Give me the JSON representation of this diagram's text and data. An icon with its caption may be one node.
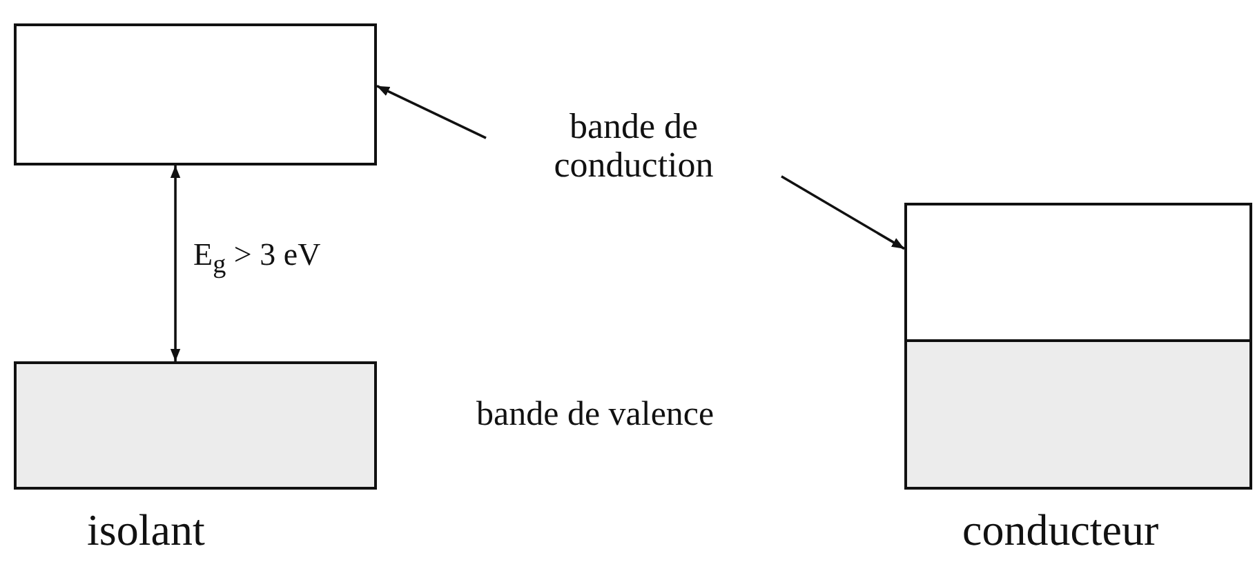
{
  "diagram": {
    "nodes": [
      {
        "text": [],
        "shape": "box"
      },
      {
        "text": [],
        "shape": "box"
      },
      {
        "text": [
          "bande de conduction"
        ]
      },
      {
        "text": [],
        "shape": "box"
      },
      {
        "text": [],
        "shape": "box"
      }
    ],
    "edges": [
      {
        "from": 2,
        "to": 0,
        "arrow": "to"
      },
      {
        "from": 2,
        "to": 3,
        "arrow": "to"
      },
      {
        "from": 0,
        "to": 1,
        "arrow": "both",
        "label": "E$_{g}$ > 3 eV"
      }
    ],
    "labels": [
      "bande de valence",
      "isolant",
      "conducteur"
    ]
  }
}
